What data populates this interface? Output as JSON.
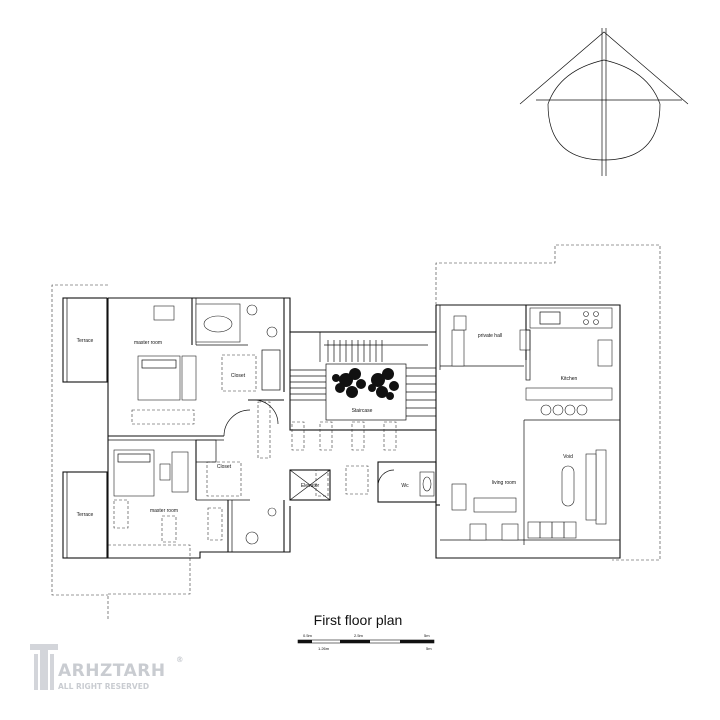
{
  "title": "First floor plan",
  "rooms": {
    "terrace_top": "Terrace",
    "terrace_bottom": "Terrace",
    "master_room_top": "master room",
    "master_room_bottom": "master room",
    "closet_top": "Closet",
    "closet_bottom": "Closet",
    "staircase": "Staircase",
    "elevator": "Elevator",
    "wc": "Wc",
    "private_hall": "private hall",
    "kitchen": "Kitchen",
    "void": "Void",
    "living_room": "living room"
  },
  "scale": {
    "top_labels": [
      "0.5m",
      "2.5m",
      "5m"
    ],
    "bottom_labels": [
      "1.26m",
      "5m"
    ]
  },
  "watermark": {
    "brand": "ARHZTARH",
    "rights": "ALL RIGHT RESERVED",
    "reg": "®"
  }
}
